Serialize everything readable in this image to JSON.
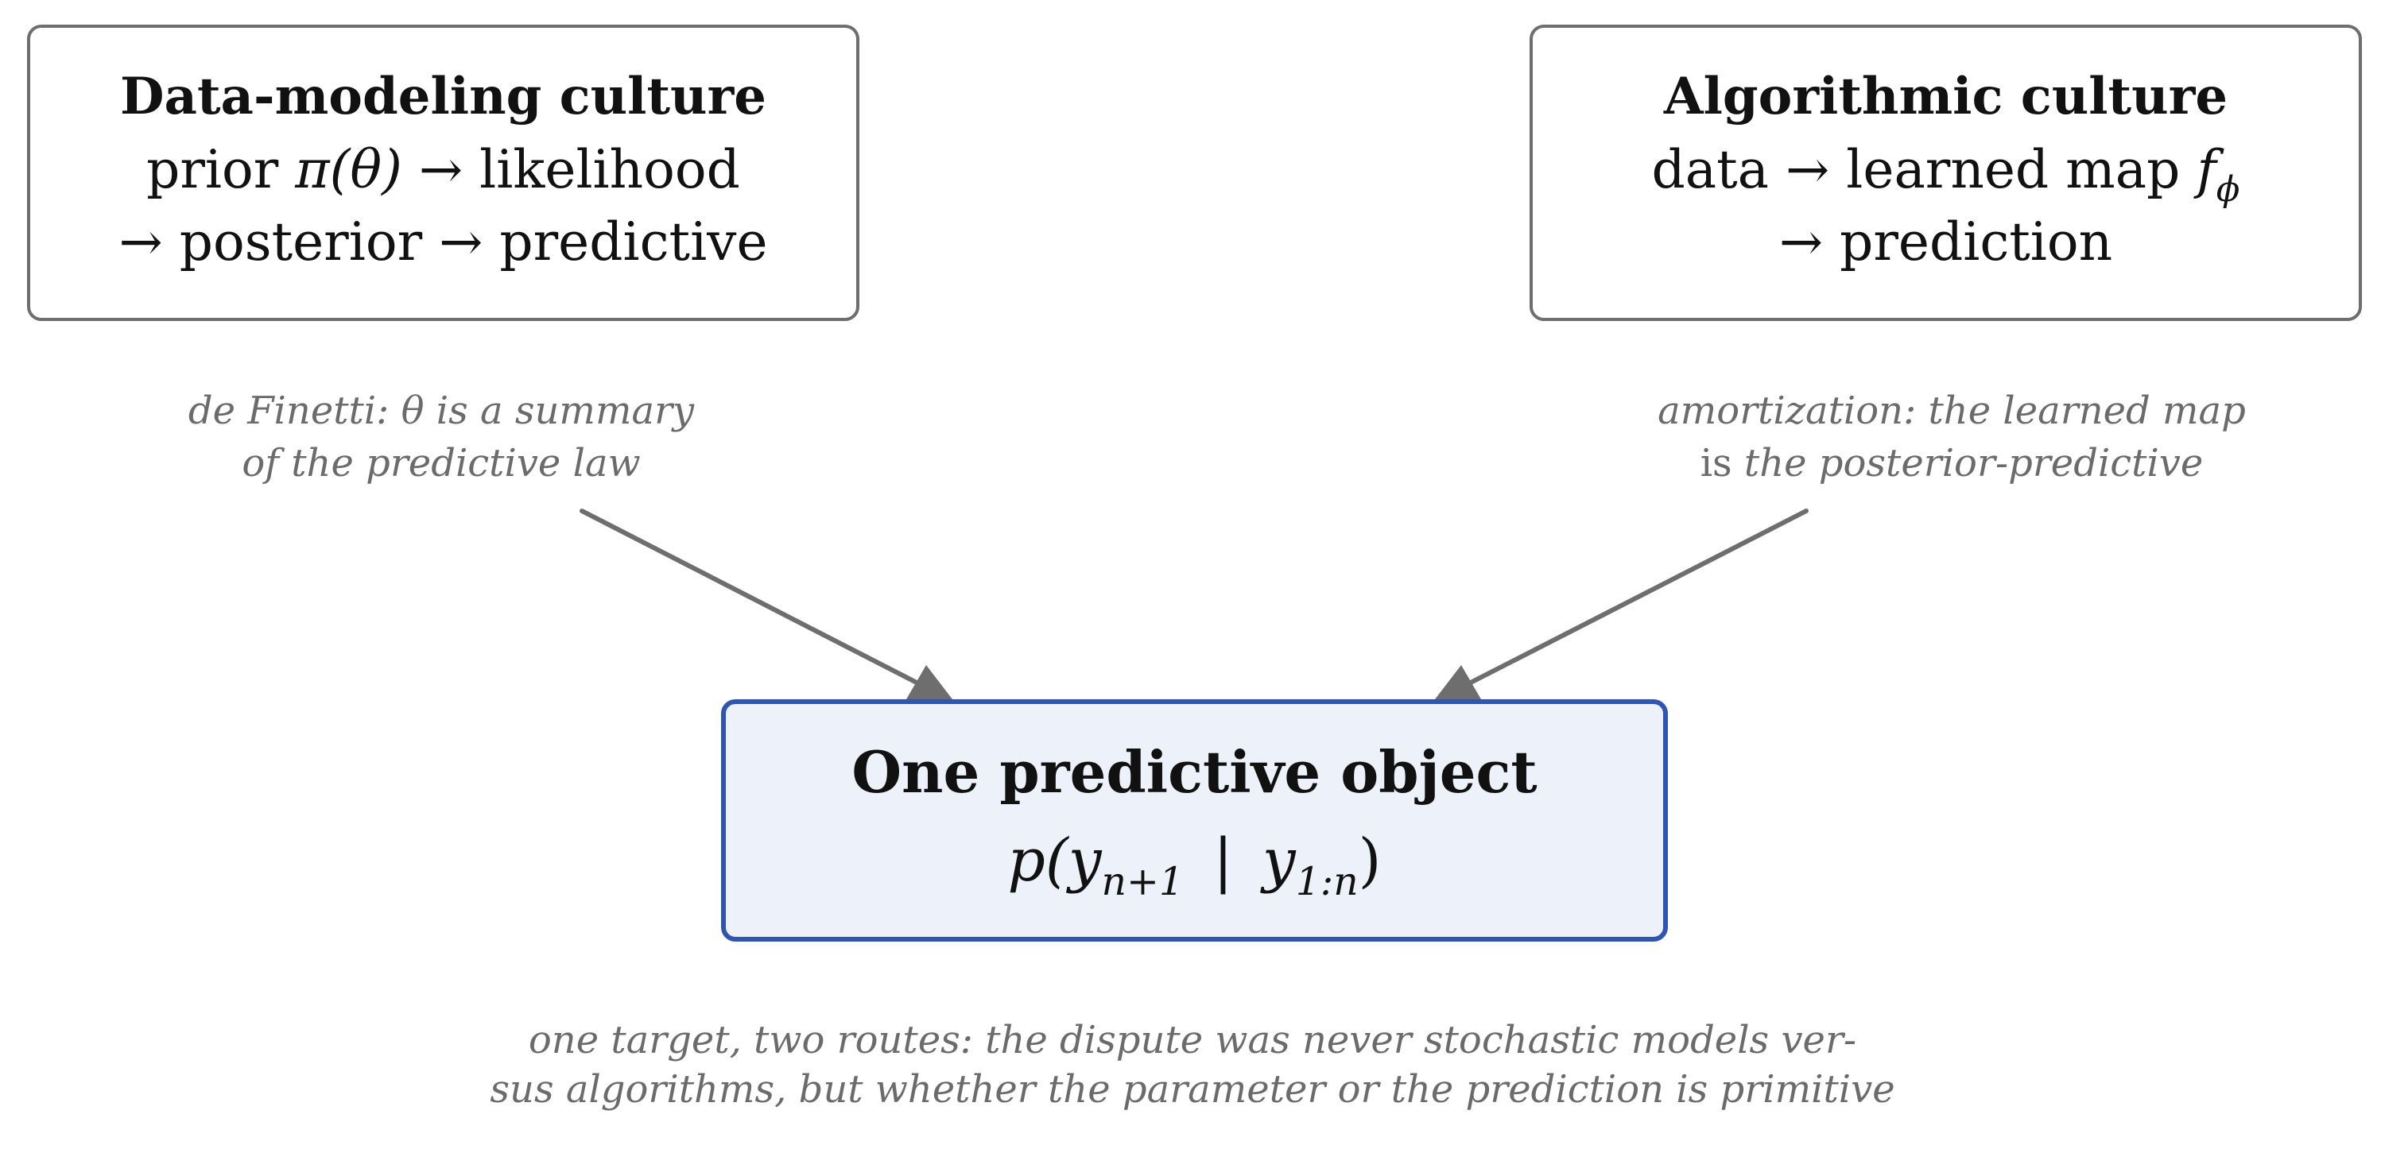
{
  "left_box": {
    "title": "Data-modeling culture",
    "line1": {
      "a": "prior",
      "b": "π(θ)",
      "c": "→ likelihood"
    },
    "line2": "→ posterior → predictive"
  },
  "right_box": {
    "title": "Algorithmic culture",
    "line1": {
      "a": "data → learned map",
      "f": "f",
      "sub": "ϕ"
    },
    "line2": "→ prediction"
  },
  "center_box": {
    "title": "One predictive object",
    "p_open": "p(",
    "y1": "y",
    "y1_sub": "n+1",
    "bar": "|",
    "y2": "y",
    "y2_sub": "1:n",
    "close": ")"
  },
  "left_annotation": {
    "line1_a": "de Finetti: ",
    "line1_theta": "θ",
    "line1_b": " is a summary",
    "line2": "of the predictive law"
  },
  "right_annotation": {
    "line1": "amortization: the learned map",
    "line2_is": "is",
    "line2_rest": " the posterior-predictive"
  },
  "caption": {
    "line1": "one target, two routes: the dispute was never stochastic models ver-",
    "line2": "sus algorithms, but whether the parameter or the prediction is primitive"
  },
  "colors": {
    "box_border": "#6e6e6e",
    "center_border": "#2f55b4",
    "center_fill": "#edf1f9",
    "arrow": "#6e6e6e",
    "annotation_text": "#6b6b6b"
  }
}
